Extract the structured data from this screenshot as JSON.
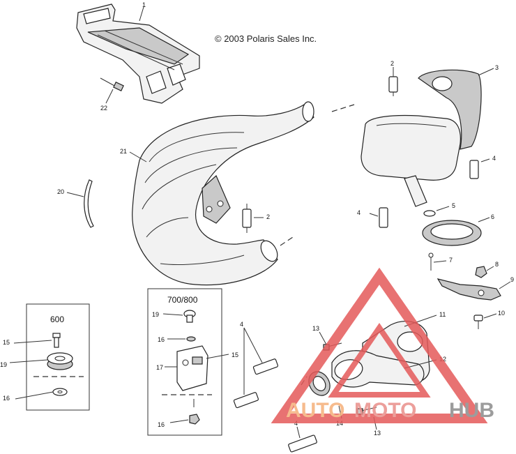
{
  "copyright": "© 2003 Polaris Sales Inc.",
  "box_600": {
    "title": "600",
    "callouts": [
      "15",
      "19",
      "16"
    ]
  },
  "box_700": {
    "title": "700/800",
    "callouts": [
      "19",
      "16",
      "17",
      "15",
      "16"
    ]
  },
  "callouts": {
    "c1": "1",
    "c2a": "2",
    "c2b": "2",
    "c3": "3",
    "c4a": "4",
    "c4b": "4",
    "c4c": "4",
    "c4d": "4",
    "c5": "5",
    "c6": "6",
    "c7": "7",
    "c8": "8",
    "c9": "9",
    "c10": "10",
    "c11": "11",
    "c12": "12",
    "c13a": "13",
    "c13b": "13",
    "c14": "14",
    "c20": "20",
    "c21": "21",
    "c22": "22"
  },
  "watermark": {
    "auto": "AUTO",
    "moto": "MOTO",
    "hub": "HUB",
    "colors": {
      "auto": "#f5b07a",
      "moto": "#e98f8a",
      "hub": "#8b8b8b",
      "triangle": "#e45a5a"
    }
  }
}
